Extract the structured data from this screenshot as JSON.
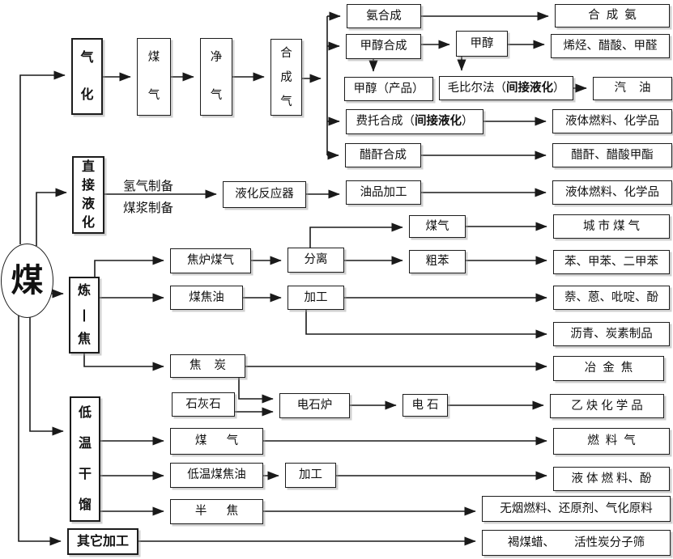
{
  "diagram": {
    "root": "煤",
    "nodes": {
      "gasification": "气\n化",
      "coal_gas_1": "煤\n气",
      "clean_gas": "净\n气",
      "syngas": "合\n成\n气",
      "ammonia_synthesis": "氨合成",
      "synthetic_ammonia": "合  成  氨",
      "methanol_synthesis": "甲醇合成",
      "methanol": "甲醇",
      "olefins_products": "烯烃、醋酸、甲醛",
      "methanol_product": "甲醇（产品）",
      "mobil_pre": "毛比尔法（",
      "mobil_bold": "间接液化",
      "mobil_post": "）",
      "gasoline": "汽    油",
      "ft_pre": "费托合成（",
      "ft_bold": "间接液化",
      "ft_post": "）",
      "liquid_fuel_chem_1": "液体燃料、化学品",
      "anhydride_synthesis": "醋酐合成",
      "anhydride_products": "醋酐、醋酸甲酯",
      "direct_liquefaction": "直\n接\n液\n化",
      "liquefaction_reactor": "液化反应器",
      "oil_processing": "油品加工",
      "liquid_fuel_chem_2": "液体燃料、化学品",
      "coking": "炼\n|\n焦",
      "coke_oven_gas": "焦炉煤气",
      "separation": "分离",
      "coal_gas_2": "煤气",
      "city_gas": "城 市 煤 气",
      "crude_benzene": "粗苯",
      "btx_products": "苯、甲苯、二甲苯",
      "coal_tar": "煤焦油",
      "processing_1": "加工",
      "naphthalene_products": "萘、蒽、吡啶、酚",
      "pitch_products": "沥青、炭素制品",
      "coke": "焦    炭",
      "metallurgical_coke": "冶  金  焦",
      "limestone": "石灰石",
      "carbide_furnace": "电石炉",
      "carbide": "电 石",
      "acetylene_chemicals": "乙 炔 化 学 品",
      "low_temp_carbonization": "低\n温\n干\n馏",
      "coal_gas_3": "煤      气",
      "fuel_gas": "燃  料  气",
      "low_temp_coal_tar": "低温煤焦油",
      "processing_2": "加工",
      "liquid_fuel_phenol": "液 体 燃 料、酚",
      "semi_coke": "半      焦",
      "smokeless_products": "无烟燃料、还原剂、气化原料",
      "other_processing": "其它加工",
      "lignite_products": "褐煤蜡、      活性炭分子筛"
    },
    "edge_labels": {
      "hydrogen_prep": "氢气制备",
      "slurry_prep": "煤浆制备"
    },
    "colors": {
      "line": "#1a1a1a",
      "box_border": "#1c1c1c",
      "background": "#ffffff",
      "text": "#111111"
    }
  }
}
